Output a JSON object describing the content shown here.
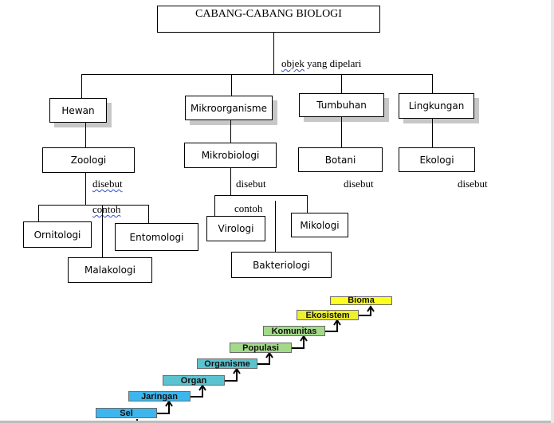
{
  "title": "CABANG-CABANG BIOLOGI",
  "root_connector_label": {
    "word1": "objek",
    "rest": " yang dipelari"
  },
  "branches": [
    {
      "name": "Hewan",
      "science": "Zoologi",
      "disebut": "disebut"
    },
    {
      "name": "Mikroorganisme",
      "science": "Mikrobiologi",
      "disebut": "disebut"
    },
    {
      "name": "Tumbuhan",
      "science": "Botani",
      "disebut": "disebut"
    },
    {
      "name": "Lingkungan",
      "science": "Ekologi",
      "disebut": "disebut"
    }
  ],
  "zoology_examples": {
    "label": "contoh",
    "items": [
      "Ornitologi",
      "Malakologi",
      "Entomologi"
    ]
  },
  "microbiology_examples": {
    "label": "contoh",
    "items": [
      "Virologi",
      "Bakteriologi",
      "Mikologi"
    ]
  },
  "organization_levels": {
    "items": [
      "Sel",
      "Jaringan",
      "Organ",
      "Organisme",
      "Populasi",
      "Komunitas",
      "Ekosistem",
      "Bioma"
    ],
    "colors": [
      "#3db6ee",
      "#3db6ee",
      "#5bc3cf",
      "#5bc3cf",
      "#a3da8a",
      "#a3da8a",
      "#eef02e",
      "#ffff22"
    ]
  }
}
